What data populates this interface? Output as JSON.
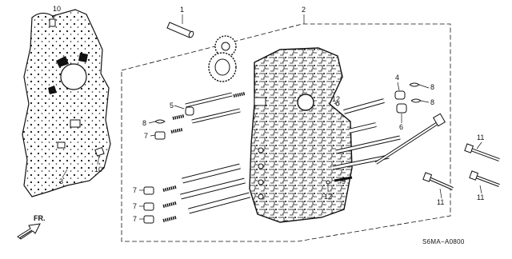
{
  "diagram": {
    "drawing_code": "S6MA−A0800",
    "direction_label": "FR.",
    "callouts": [
      "10",
      "1",
      "2",
      "4",
      "8",
      "5",
      "12",
      "8",
      "8",
      "7",
      "6",
      "11",
      "10",
      "3",
      "9",
      "7",
      "7",
      "12",
      "11",
      "7",
      "11"
    ]
  },
  "colors": {
    "ink": "#111111",
    "paper": "#ffffff"
  }
}
